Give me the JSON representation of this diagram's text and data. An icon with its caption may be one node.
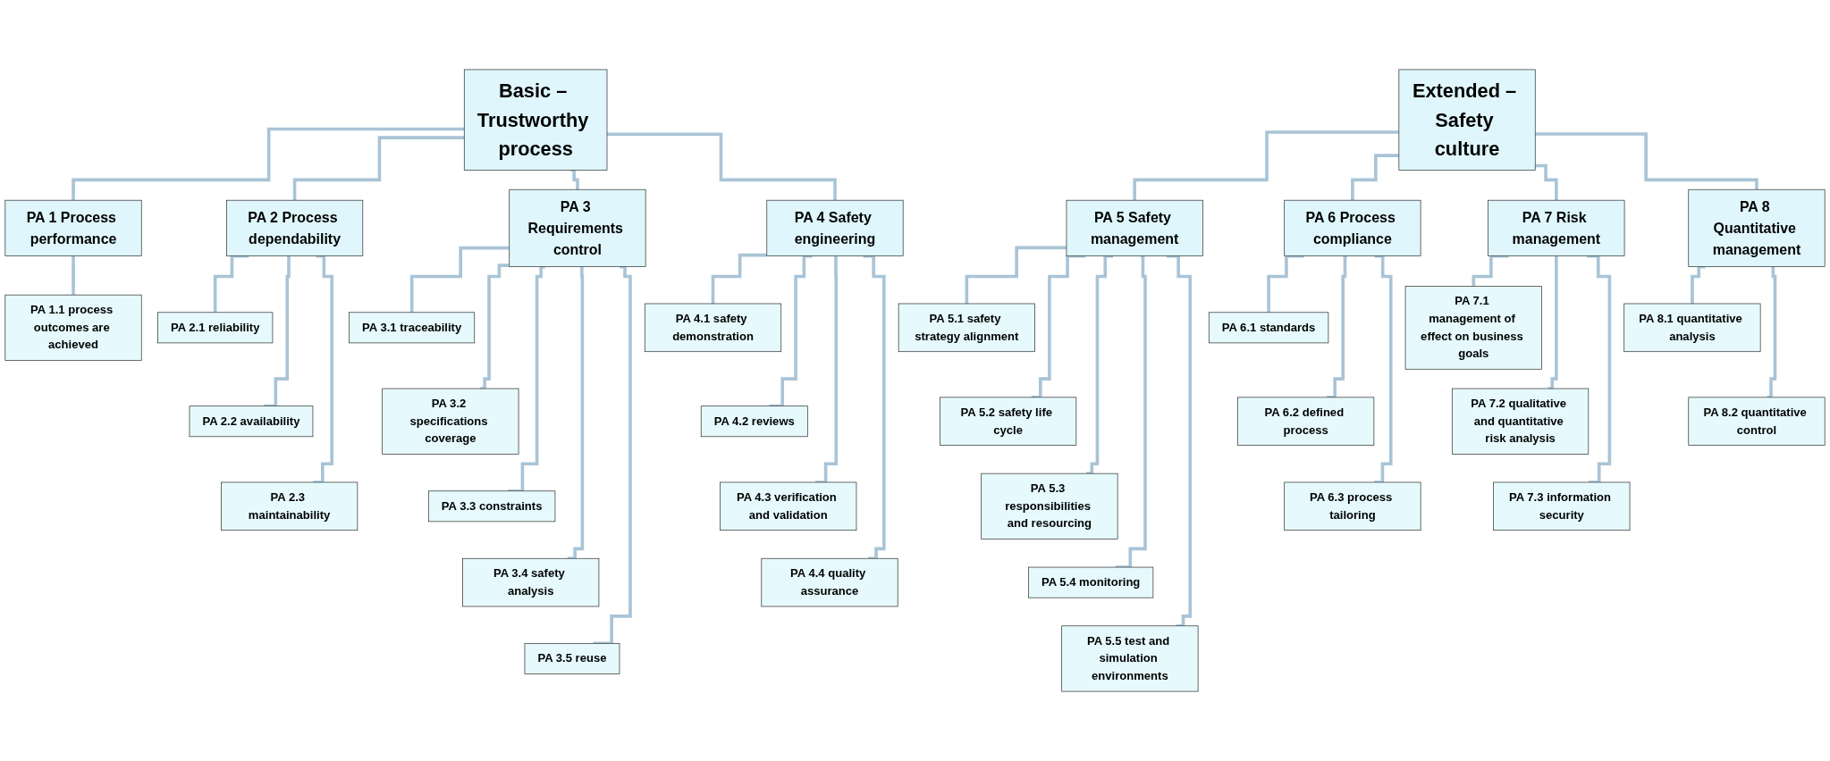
{
  "diagram": {
    "nodes": [
      {
        "text": [
          "Basic – Trustworthy process"
        ]
      },
      {
        "text": [
          "Extended – Safety culture"
        ]
      },
      {
        "text": [
          "PA 1 Process performance"
        ]
      },
      {
        "text": [
          "PA 2 Process dependability"
        ]
      },
      {
        "text": [
          "PA 3 Requirements control"
        ]
      },
      {
        "text": [
          "PA 4 Safety engineering"
        ]
      },
      {
        "text": [
          "PA 5 Safety management"
        ]
      },
      {
        "text": [
          "PA 6 Process compliance"
        ]
      },
      {
        "text": [
          "PA 7 Risk management"
        ]
      },
      {
        "text": [
          "PA 8 Quantitative management"
        ]
      },
      {
        "text": [
          "PA 1.1 process outcomes are achieved"
        ]
      },
      {
        "text": [
          "PA 2.1 reliability"
        ]
      },
      {
        "text": [
          "PA 2.2 availability"
        ]
      },
      {
        "text": [
          "PA 2.3 maintainability"
        ]
      },
      {
        "text": [
          "PA 3.1 traceability"
        ]
      },
      {
        "text": [
          "PA 3.2 specifications coverage"
        ]
      },
      {
        "text": [
          "PA 3.3 constraints"
        ]
      },
      {
        "text": [
          "PA 3.4 safety analysis"
        ]
      },
      {
        "text": [
          "PA 3.5 reuse"
        ]
      },
      {
        "text": [
          "PA 4.1 safety demonstration"
        ]
      },
      {
        "text": [
          "PA 4.2 reviews"
        ]
      },
      {
        "text": [
          "PA 4.3 verification and validation"
        ]
      },
      {
        "text": [
          "PA 4.4 quality assurance"
        ]
      },
      {
        "text": [
          "PA 5.1 safety strategy alignment"
        ]
      },
      {
        "text": [
          "PA 5.2 safety life cycle"
        ]
      },
      {
        "text": [
          "PA 5.3 responsibilities and resourcing"
        ]
      },
      {
        "text": [
          "PA 5.4 monitoring"
        ]
      },
      {
        "text": [
          "PA 5.5 test and simulation environments"
        ]
      },
      {
        "text": [
          "PA 6.1 standards"
        ]
      },
      {
        "text": [
          "PA 6.2 defined process"
        ]
      },
      {
        "text": [
          "PA 6.3 process tailoring"
        ]
      },
      {
        "text": [
          "PA 7.1 management of effect on business goals"
        ]
      },
      {
        "text": [
          "PA 7.2 qualitative and quantitative risk analysis"
        ]
      },
      {
        "text": [
          "PA 7.3 information security"
        ]
      },
      {
        "text": [
          "PA 8.1 quantitative analysis"
        ]
      },
      {
        "text": [
          "PA 8.2 quantitative control"
        ]
      }
    ],
    "edges": [
      {
        "from": 0,
        "to": 2,
        "arrow": "none"
      },
      {
        "from": 0,
        "to": 3,
        "arrow": "none"
      },
      {
        "from": 0,
        "to": 4,
        "arrow": "none"
      },
      {
        "from": 0,
        "to": 5,
        "arrow": "none"
      },
      {
        "from": 1,
        "to": 6,
        "arrow": "none"
      },
      {
        "from": 1,
        "to": 7,
        "arrow": "none"
      },
      {
        "from": 1,
        "to": 8,
        "arrow": "none"
      },
      {
        "from": 1,
        "to": 9,
        "arrow": "none"
      },
      {
        "from": 2,
        "to": 10,
        "arrow": "none"
      },
      {
        "from": 3,
        "to": 11,
        "arrow": "none"
      },
      {
        "from": 3,
        "to": 12,
        "arrow": "none"
      },
      {
        "from": 3,
        "to": 13,
        "arrow": "none"
      },
      {
        "from": 4,
        "to": 14,
        "arrow": "none"
      },
      {
        "from": 4,
        "to": 15,
        "arrow": "none"
      },
      {
        "from": 4,
        "to": 16,
        "arrow": "none"
      },
      {
        "from": 4,
        "to": 17,
        "arrow": "none"
      },
      {
        "from": 4,
        "to": 18,
        "arrow": "none"
      },
      {
        "from": 5,
        "to": 19,
        "arrow": "none"
      },
      {
        "from": 5,
        "to": 20,
        "arrow": "none"
      },
      {
        "from": 5,
        "to": 21,
        "arrow": "none"
      },
      {
        "from": 5,
        "to": 22,
        "arrow": "none"
      },
      {
        "from": 6,
        "to": 23,
        "arrow": "none"
      },
      {
        "from": 6,
        "to": 24,
        "arrow": "none"
      },
      {
        "from": 6,
        "to": 25,
        "arrow": "none"
      },
      {
        "from": 6,
        "to": 26,
        "arrow": "none"
      },
      {
        "from": 6,
        "to": 27,
        "arrow": "none"
      },
      {
        "from": 7,
        "to": 28,
        "arrow": "none"
      },
      {
        "from": 7,
        "to": 29,
        "arrow": "none"
      },
      {
        "from": 7,
        "to": 30,
        "arrow": "none"
      },
      {
        "from": 8,
        "to": 31,
        "arrow": "none"
      },
      {
        "from": 8,
        "to": 32,
        "arrow": "none"
      },
      {
        "from": 8,
        "to": 33,
        "arrow": "none"
      },
      {
        "from": 9,
        "to": 34,
        "arrow": "none"
      },
      {
        "from": 9,
        "to": 35,
        "arrow": "none"
      }
    ]
  }
}
